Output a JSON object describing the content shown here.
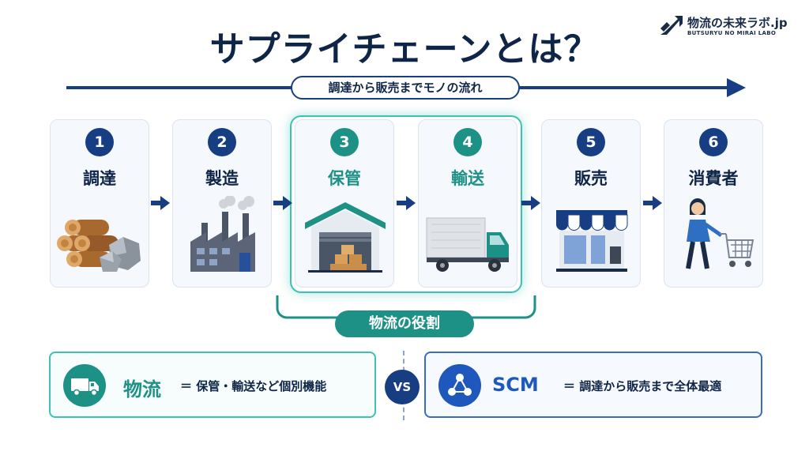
{
  "logo": {
    "name": "物流の未来ラボ.jp",
    "sub": "BUTSURYU NO MIRAI LABO"
  },
  "title": "サプライチェーンとは？",
  "flow_label": "調達から販売までモノの流れ",
  "stages": [
    {
      "number": "1",
      "label": "調達",
      "highlighted": false
    },
    {
      "number": "2",
      "label": "製造",
      "highlighted": false
    },
    {
      "number": "3",
      "label": "保管",
      "highlighted": true
    },
    {
      "number": "4",
      "label": "輸送",
      "highlighted": true
    },
    {
      "number": "5",
      "label": "販売",
      "highlighted": false
    },
    {
      "number": "6",
      "label": "消費者",
      "highlighted": false
    }
  ],
  "role_label": "物流の役割",
  "comparison": {
    "left": {
      "term": "物流",
      "desc": "＝ 保管・輸送など個別機能"
    },
    "vs": "VS",
    "right": {
      "term": "SCM",
      "desc": "＝ 調達から販売まで全体最適"
    }
  },
  "colors": {
    "navy": "#173e82",
    "teal": "#1e9187",
    "blue": "#1f58bd"
  }
}
